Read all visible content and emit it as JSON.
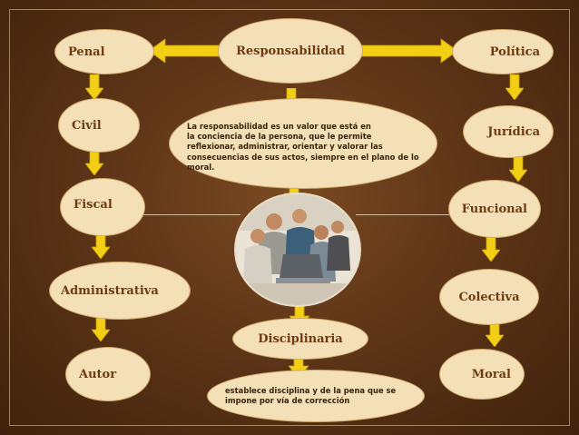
{
  "nodes": {
    "responsabilidad": "Responsabilidad",
    "penal": "Penal",
    "politica": "Política",
    "civil": "Civil",
    "juridica": "Jurídica",
    "fiscal": "Fiscal",
    "funcional": "Funcional",
    "administrativa": "Administrativa",
    "colectiva": "Colectiva",
    "disciplinaria": "Disciplinaria",
    "autor": "Autor",
    "moral": "Moral"
  },
  "definition": {
    "lines": [
      "La responsabilidad es un valor  que está en",
      "la conciencia de la persona, que le permite",
      "reflexionar, administrar, orientar y valorar las",
      "consecuencias de sus actos, siempre en el plano de lo",
      "moral."
    ]
  },
  "disciplinaria_note": {
    "lines": [
      " establece disciplina y de la pena que se",
      "impone por vía de corrección"
    ]
  },
  "colors": {
    "background": "#5e3517",
    "node_fill": "#f4e0b7",
    "node_text": "#6e3a12",
    "arrow_fill": "#f2cf14"
  },
  "icons": {
    "photo": "team-meeting-photo",
    "arrows": "arrow-icon"
  }
}
